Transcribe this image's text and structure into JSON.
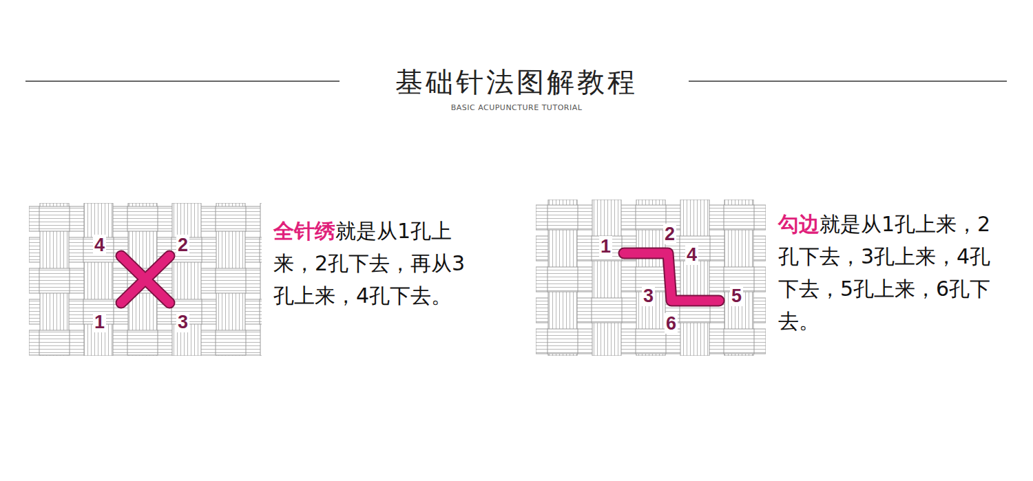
{
  "diagram": {
    "title": "基础针法图解教程",
    "labels": [
      "BASIC ACUPUNCTURE TUTORIAL",
      "4",
      "2",
      "1",
      "3",
      "全针绣",
      "就是从1孔上来，2孔下去，再从3孔上来，4孔下去。",
      "1",
      "2",
      "4",
      "3",
      "5",
      "6",
      "勾边",
      "就是从1孔上来，2孔下去，3孔上来，4孔下去，5孔上来，6孔下去。"
    ]
  }
}
